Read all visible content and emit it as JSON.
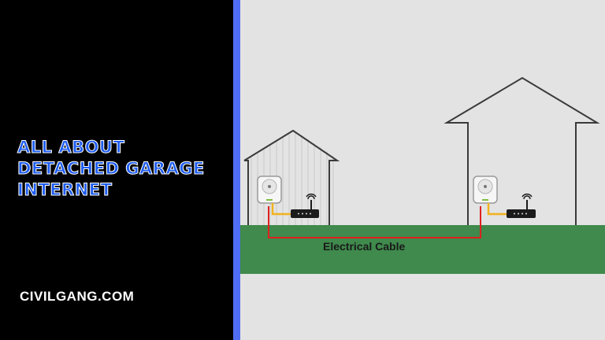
{
  "title": {
    "lines": [
      "ALL ABOUT",
      "DETACHED GARAGE",
      "INTERNET"
    ]
  },
  "site": "CIVILGANG.COM",
  "illustration": {
    "cable_label": "Electrical Cable"
  },
  "colors": {
    "accent": "#4f6df5",
    "title": "#1d5cf0",
    "ground": "#3f8a4c",
    "cable": "#e02020",
    "cord": "#f2b21d"
  }
}
